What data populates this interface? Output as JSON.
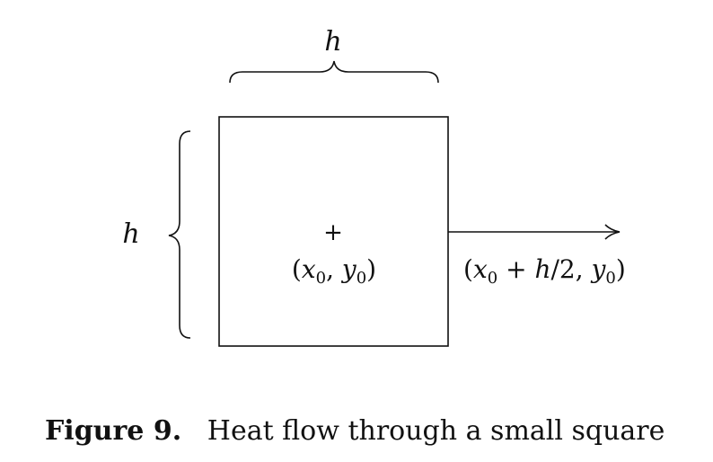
{
  "diagram": {
    "top_dimension_label": "h",
    "left_dimension_label": "h",
    "center_marker": "+",
    "center_point_label": {
      "open": "(",
      "x": "x",
      "x_sub": "0",
      "comma": ", ",
      "y": "y",
      "y_sub": "0",
      "close": ")"
    },
    "right_point_label": {
      "open": "(",
      "x": "x",
      "x_sub": "0",
      "plus": " + ",
      "h": "h",
      "frac": "/2, ",
      "y": "y",
      "y_sub": "0",
      "close": ")"
    }
  },
  "caption": {
    "label": "Figure 9.",
    "text": "Heat flow through a small square"
  }
}
